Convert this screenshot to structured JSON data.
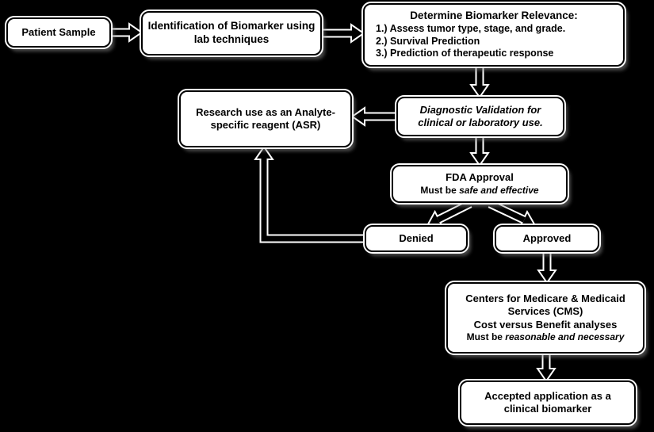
{
  "diagram": {
    "title": "Biomarker development and approval flowchart",
    "colors": {
      "background": "#000000",
      "box_fill": "#ffffff",
      "box_border": "#000000",
      "arrow": "#000000",
      "arrow_outline": "#ffffff",
      "text": "#000000"
    },
    "nodes": {
      "patient_sample": {
        "label": "Patient Sample"
      },
      "identification": {
        "label": "Identification of Biomarker using lab techniques"
      },
      "relevance": {
        "title": "Determine Biomarker Relevance:",
        "items": [
          "1.) Assess tumor type, stage, and grade.",
          "2.) Survival Prediction",
          "3.) Prediction of therapeutic response"
        ]
      },
      "diagnostic_validation": {
        "label": "Diagnostic Validation for clinical or laboratory use."
      },
      "asr": {
        "label": "Research use as an Analyte-specific reagent (ASR)"
      },
      "fda": {
        "title": "FDA Approval",
        "subtitle_prefix": "Must be ",
        "subtitle_italic": "safe and effective"
      },
      "denied": {
        "label": "Denied"
      },
      "approved": {
        "label": "Approved"
      },
      "cms": {
        "line1": "Centers for Medicare & Medicaid Services (CMS)",
        "line2": "Cost versus Benefit analyses",
        "line3_prefix": "Must be ",
        "line3_italic": "reasonable and necessary"
      },
      "accepted": {
        "label": "Accepted application as a clinical biomarker"
      }
    }
  }
}
